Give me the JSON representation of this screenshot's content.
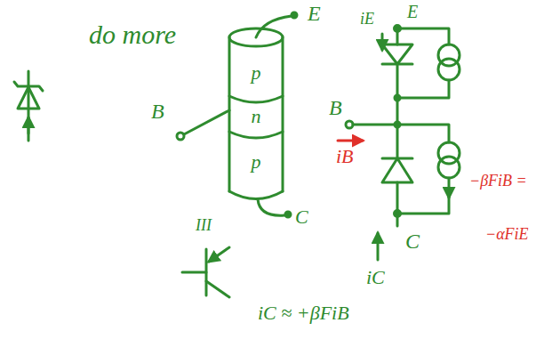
{
  "diagram": {
    "nodes": [
      {
        "text": [
          "p"
        ]
      },
      {
        "text": [
          "n"
        ]
      },
      {
        "text": [
          "p"
        ]
      }
    ],
    "labels": [
      "do more",
      "E",
      "B",
      "C",
      "III",
      "iE",
      "E",
      "B",
      "iB",
      "C",
      "iC",
      "−βFiB =",
      "−αFiE",
      "iC ≈ +βFiB"
    ]
  }
}
